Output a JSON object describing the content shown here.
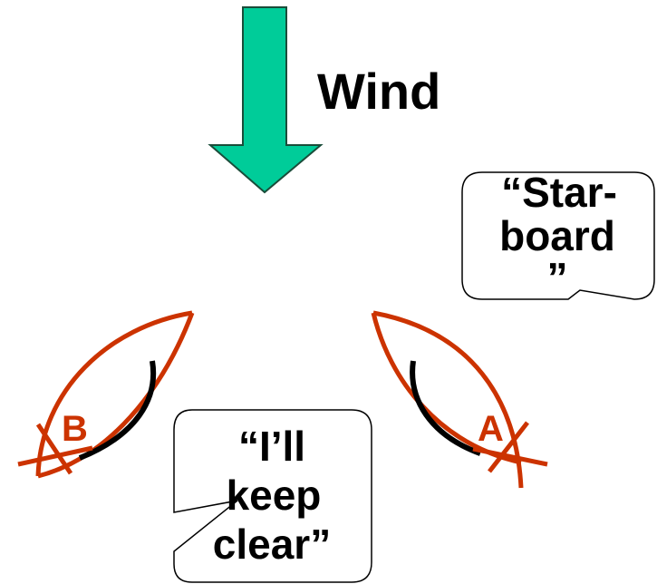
{
  "wind": {
    "label": "Wind",
    "arrow_color": "#00CC99"
  },
  "boats": {
    "hull_color": "#CC3300",
    "sail_color": "#000000",
    "left": {
      "letter": "B"
    },
    "right": {
      "letter": "A"
    }
  },
  "bubbles": {
    "starboard": {
      "lines": [
        "“Star-",
        "board",
        "”"
      ]
    },
    "keep_clear": {
      "lines": [
        "“I’ll",
        "keep",
        "clear”"
      ]
    }
  }
}
